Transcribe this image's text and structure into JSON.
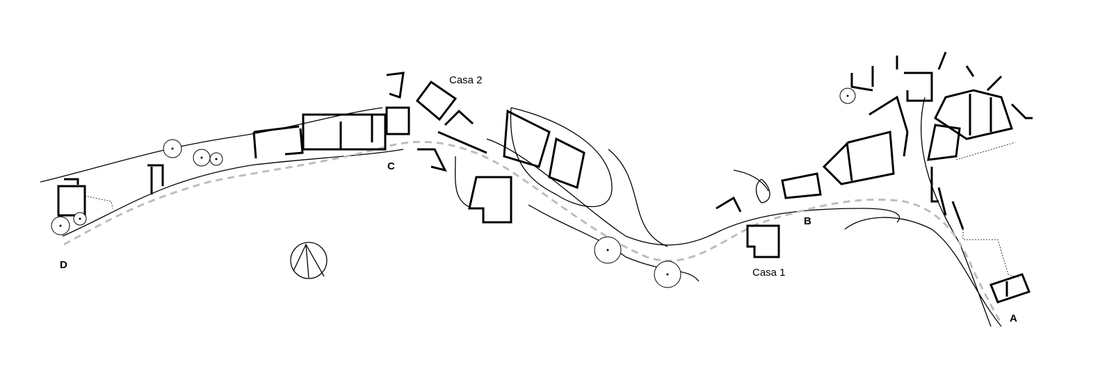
{
  "drawing": {
    "house_labels": [
      "Casa 2",
      "Casa 1"
    ],
    "route_points": [
      "A",
      "B",
      "C",
      "D"
    ],
    "colors": {
      "lines": "#000000",
      "route": "#bdbdbd",
      "background": "#ffffff"
    }
  }
}
